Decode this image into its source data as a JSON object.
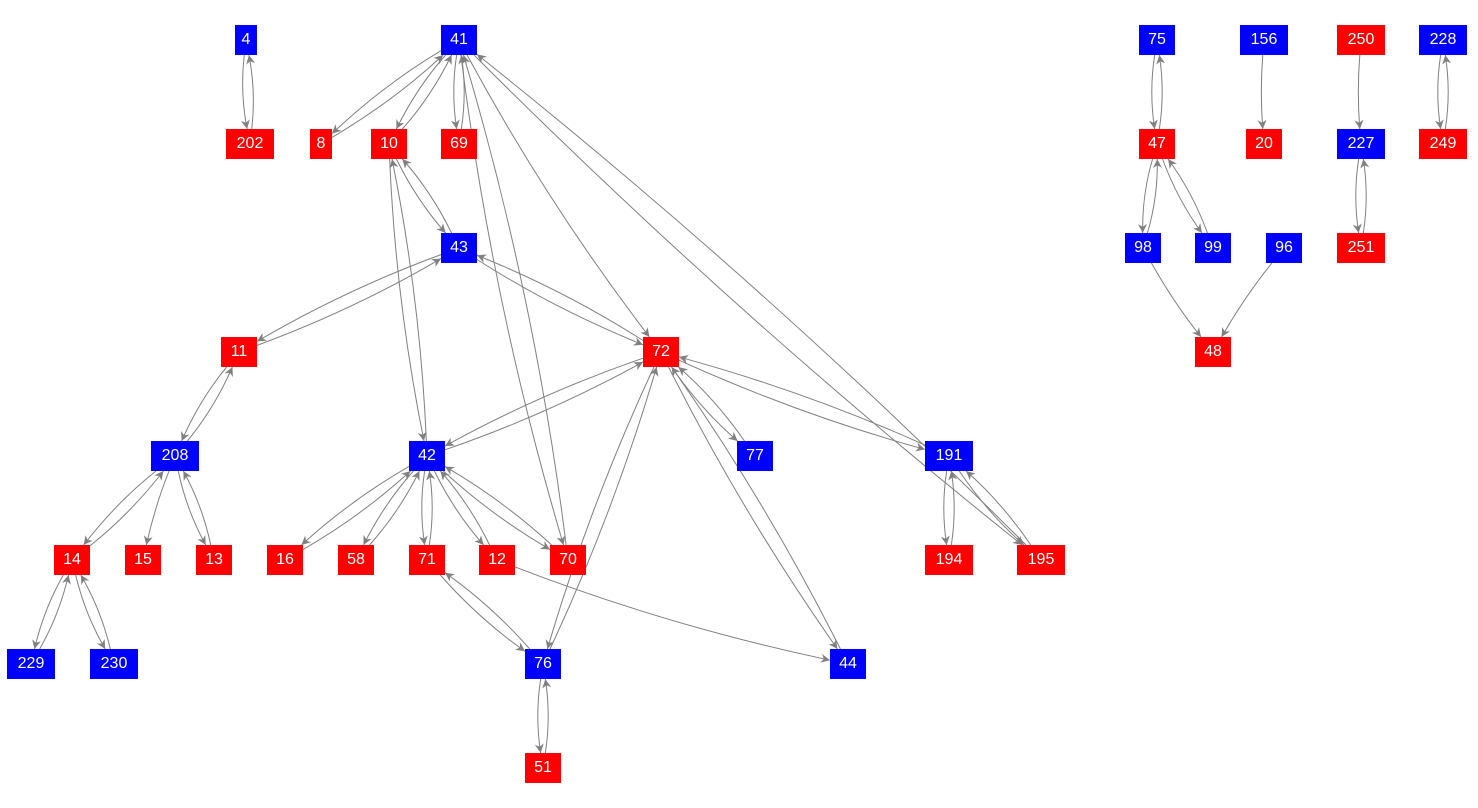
{
  "colors": {
    "blue": "#0000ff",
    "red": "#ff0000",
    "edge": "#808080"
  },
  "nodes": [
    {
      "id": "4",
      "color": "blue"
    },
    {
      "id": "41",
      "color": "blue"
    },
    {
      "id": "75",
      "color": "blue"
    },
    {
      "id": "156",
      "color": "blue"
    },
    {
      "id": "250",
      "color": "red"
    },
    {
      "id": "228",
      "color": "blue"
    },
    {
      "id": "202",
      "color": "red"
    },
    {
      "id": "8",
      "color": "red"
    },
    {
      "id": "10",
      "color": "red"
    },
    {
      "id": "69",
      "color": "red"
    },
    {
      "id": "47",
      "color": "red"
    },
    {
      "id": "20",
      "color": "red"
    },
    {
      "id": "227",
      "color": "blue"
    },
    {
      "id": "249",
      "color": "red"
    },
    {
      "id": "43",
      "color": "blue"
    },
    {
      "id": "98",
      "color": "blue"
    },
    {
      "id": "99",
      "color": "blue"
    },
    {
      "id": "96",
      "color": "blue"
    },
    {
      "id": "251",
      "color": "red"
    },
    {
      "id": "11",
      "color": "red"
    },
    {
      "id": "72",
      "color": "red"
    },
    {
      "id": "48",
      "color": "red"
    },
    {
      "id": "208",
      "color": "blue"
    },
    {
      "id": "42",
      "color": "blue"
    },
    {
      "id": "77",
      "color": "blue"
    },
    {
      "id": "191",
      "color": "blue"
    },
    {
      "id": "14",
      "color": "red"
    },
    {
      "id": "15",
      "color": "red"
    },
    {
      "id": "13",
      "color": "red"
    },
    {
      "id": "16",
      "color": "red"
    },
    {
      "id": "58",
      "color": "red"
    },
    {
      "id": "71",
      "color": "red"
    },
    {
      "id": "12",
      "color": "red"
    },
    {
      "id": "70",
      "color": "red"
    },
    {
      "id": "194",
      "color": "red"
    },
    {
      "id": "195",
      "color": "red"
    },
    {
      "id": "229",
      "color": "blue"
    },
    {
      "id": "230",
      "color": "blue"
    },
    {
      "id": "76",
      "color": "blue"
    },
    {
      "id": "44",
      "color": "blue"
    },
    {
      "id": "51",
      "color": "red"
    }
  ],
  "edges": [
    [
      "4",
      "202"
    ],
    [
      "202",
      "4"
    ],
    [
      "41",
      "8"
    ],
    [
      "8",
      "41"
    ],
    [
      "41",
      "10"
    ],
    [
      "10",
      "41"
    ],
    [
      "41",
      "69"
    ],
    [
      "69",
      "41"
    ],
    [
      "41",
      "72"
    ],
    [
      "41",
      "195"
    ],
    [
      "195",
      "41"
    ],
    [
      "41",
      "70"
    ],
    [
      "70",
      "41"
    ],
    [
      "10",
      "43"
    ],
    [
      "43",
      "10"
    ],
    [
      "10",
      "42"
    ],
    [
      "42",
      "10"
    ],
    [
      "43",
      "11"
    ],
    [
      "11",
      "43"
    ],
    [
      "43",
      "72"
    ],
    [
      "72",
      "43"
    ],
    [
      "11",
      "208"
    ],
    [
      "208",
      "11"
    ],
    [
      "72",
      "42"
    ],
    [
      "42",
      "72"
    ],
    [
      "72",
      "77"
    ],
    [
      "77",
      "72"
    ],
    [
      "72",
      "44"
    ],
    [
      "44",
      "72"
    ],
    [
      "72",
      "191"
    ],
    [
      "191",
      "72"
    ],
    [
      "72",
      "76"
    ],
    [
      "76",
      "72"
    ],
    [
      "208",
      "14"
    ],
    [
      "14",
      "208"
    ],
    [
      "208",
      "15"
    ],
    [
      "208",
      "13"
    ],
    [
      "13",
      "208"
    ],
    [
      "14",
      "229"
    ],
    [
      "229",
      "14"
    ],
    [
      "14",
      "230"
    ],
    [
      "230",
      "14"
    ],
    [
      "42",
      "16"
    ],
    [
      "16",
      "42"
    ],
    [
      "42",
      "58"
    ],
    [
      "58",
      "42"
    ],
    [
      "42",
      "71"
    ],
    [
      "71",
      "42"
    ],
    [
      "42",
      "12"
    ],
    [
      "12",
      "42"
    ],
    [
      "42",
      "70"
    ],
    [
      "70",
      "42"
    ],
    [
      "71",
      "76"
    ],
    [
      "76",
      "71"
    ],
    [
      "12",
      "44"
    ],
    [
      "76",
      "51"
    ],
    [
      "51",
      "76"
    ],
    [
      "191",
      "194"
    ],
    [
      "194",
      "191"
    ],
    [
      "191",
      "195"
    ],
    [
      "195",
      "191"
    ],
    [
      "75",
      "47"
    ],
    [
      "47",
      "75"
    ],
    [
      "47",
      "98"
    ],
    [
      "98",
      "47"
    ],
    [
      "47",
      "99"
    ],
    [
      "99",
      "47"
    ],
    [
      "98",
      "48"
    ],
    [
      "96",
      "48"
    ],
    [
      "156",
      "20"
    ],
    [
      "250",
      "227"
    ],
    [
      "227",
      "251"
    ],
    [
      "251",
      "227"
    ],
    [
      "228",
      "249"
    ],
    [
      "249",
      "228"
    ]
  ]
}
